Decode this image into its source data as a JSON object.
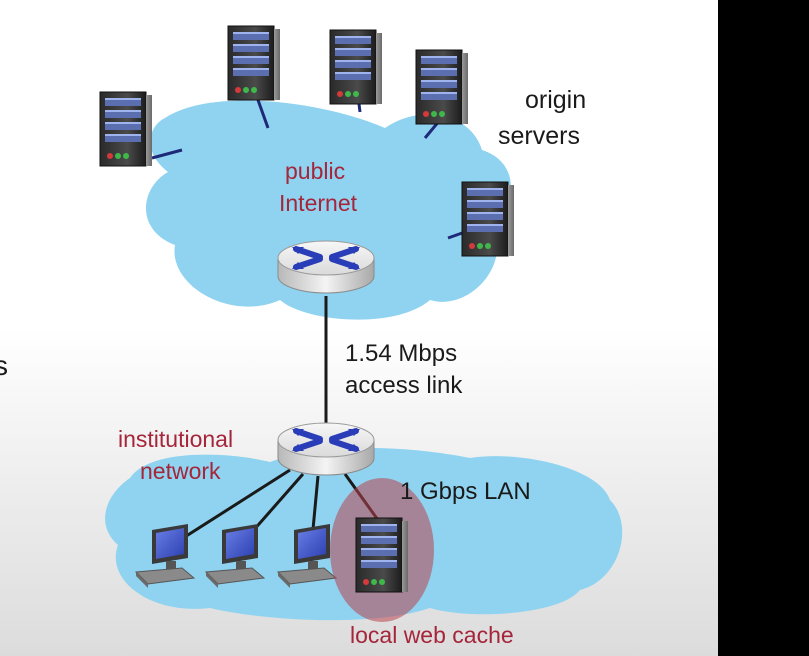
{
  "labels": {
    "origin_servers_line1": "origin",
    "origin_servers_line2": "servers",
    "public_internet_line1": "public",
    "public_internet_line2": "Internet",
    "access_link_line1": "1.54 Mbps",
    "access_link_line2": "access link",
    "institutional_line1": "institutional",
    "institutional_line2": "network",
    "lan": "1 Gbps LAN",
    "local_cache": "local web cache",
    "left_fragment": "s"
  },
  "colors": {
    "cloud": "#8fd3f0",
    "link": "#1e2a78",
    "red_label": "#a5253a",
    "cache_highlight": "#b8434f"
  }
}
